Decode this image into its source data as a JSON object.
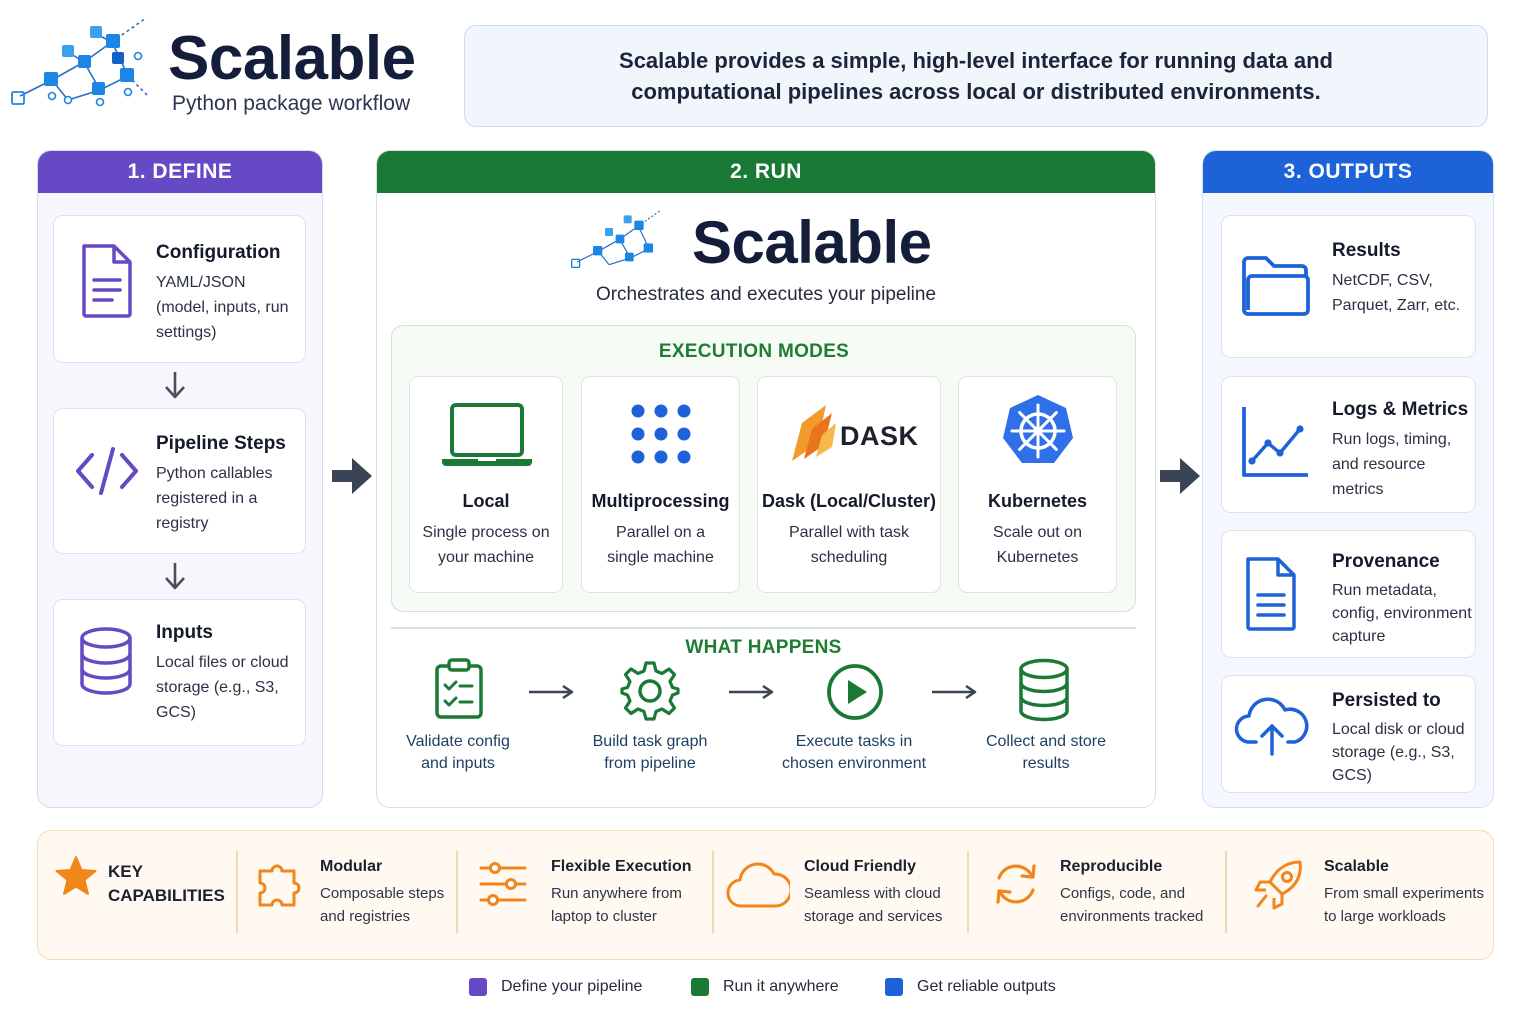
{
  "header": {
    "title": "Scalable",
    "subtitle": "Python package workflow",
    "intro": "Scalable provides a simple, high-level interface for running data and computational pipelines across local or distributed environments."
  },
  "define": {
    "heading": "1. DEFINE",
    "cards": [
      {
        "title": "Configuration",
        "desc": "YAML/JSON (model, inputs, run settings)",
        "icon": "document-icon"
      },
      {
        "title": "Pipeline Steps",
        "desc": "Python callables registered in a registry",
        "icon": "code-icon"
      },
      {
        "title": "Inputs",
        "desc": "Local files or cloud storage (e.g., S3, GCS)",
        "icon": "database-icon"
      }
    ]
  },
  "run": {
    "heading": "2. RUN",
    "brand": "Scalable",
    "tagline": "Orchestrates and executes your pipeline",
    "modes_label": "EXECUTION MODES",
    "modes": [
      {
        "title": "Local",
        "desc": "Single process on your machine",
        "icon": "laptop-icon"
      },
      {
        "title": "Multiprocessing",
        "desc": "Parallel on a single machine",
        "icon": "dots-grid-icon"
      },
      {
        "title": "Dask (Local/Cluster)",
        "desc": "Parallel with task scheduling",
        "icon": "dask-logo-icon",
        "logo_text": "DASK"
      },
      {
        "title": "Kubernetes",
        "desc": "Scale out on Kubernetes",
        "icon": "kubernetes-icon"
      }
    ],
    "happens_label": "WHAT HAPPENS",
    "steps": [
      {
        "label": "Validate config and inputs",
        "icon": "checklist-icon"
      },
      {
        "label": "Build task graph from pipeline",
        "icon": "gear-icon"
      },
      {
        "label": "Execute tasks in chosen environment",
        "icon": "play-icon"
      },
      {
        "label": "Collect and store results",
        "icon": "database-icon"
      }
    ]
  },
  "outputs": {
    "heading": "3. OUTPUTS",
    "cards": [
      {
        "title": "Results",
        "desc": "NetCDF, CSV, Parquet, Zarr, etc.",
        "icon": "folder-icon"
      },
      {
        "title": "Logs & Metrics",
        "desc": "Run logs, timing, and resource metrics",
        "icon": "line-chart-icon"
      },
      {
        "title": "Provenance",
        "desc": "Run metadata, config, environment capture",
        "icon": "document-icon"
      },
      {
        "title": "Persisted to",
        "desc": "Local disk or cloud storage (e.g., S3, GCS)",
        "icon": "cloud-upload-icon"
      }
    ]
  },
  "capabilities": {
    "label": "KEY CAPABILITIES",
    "items": [
      {
        "title": "Modular",
        "desc": "Composable steps and registries",
        "icon": "puzzle-icon"
      },
      {
        "title": "Flexible Execution",
        "desc": "Run anywhere from laptop to cluster",
        "icon": "sliders-icon"
      },
      {
        "title": "Cloud Friendly",
        "desc": "Seamless with cloud storage and services",
        "icon": "cloud-icon"
      },
      {
        "title": "Reproducible",
        "desc": "Configs, code, and environments tracked",
        "icon": "refresh-icon"
      },
      {
        "title": "Scalable",
        "desc": "From small experiments to large workloads",
        "icon": "rocket-icon"
      }
    ]
  },
  "legend": [
    {
      "label": "Define your pipeline",
      "color": "#6649c4"
    },
    {
      "label": "Run it anywhere",
      "color": "#1a7a35"
    },
    {
      "label": "Get reliable outputs",
      "color": "#1d62d8"
    }
  ],
  "colors": {
    "define": "#6649c4",
    "run": "#1a7a35",
    "outputs": "#1d62d8",
    "capability": "#f0861c"
  }
}
